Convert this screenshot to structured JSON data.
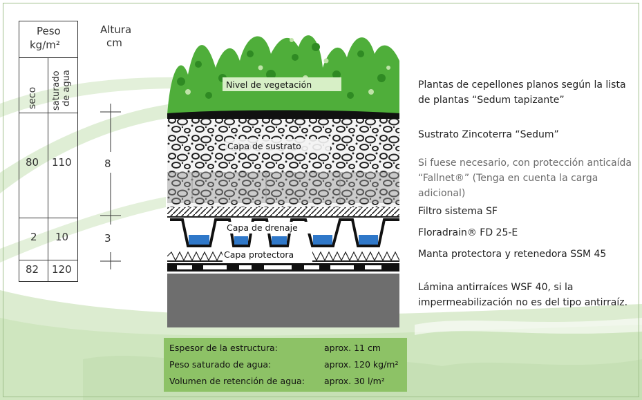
{
  "table": {
    "peso_header": "Peso",
    "peso_unit": "kg/m²",
    "altura_header": "Altura",
    "altura_unit": "cm",
    "col_seco": "seco",
    "col_saturado_1": "saturado",
    "col_saturado_2": "de agua",
    "rows": [
      {
        "seco": "80",
        "saturado": "110",
        "altura": "8"
      },
      {
        "seco": "2",
        "saturado": "10",
        "altura": "3"
      },
      {
        "seco": "82",
        "saturado": "120",
        "altura": ""
      }
    ]
  },
  "layers": {
    "vegetacion": "Nivel de vegetación",
    "sustrato": "Capa de sustrato",
    "drenaje": "Capa de drenaje",
    "protectora": "Capa protectora"
  },
  "descriptions": [
    "Plantas de cepellones planos según la lista de plantas “Sedum tapizante”",
    "Sustrato Zincoterra “Sedum”",
    "Si fuese necesario, con protección anticaída “Fallnet®” (Tenga en cuenta la carga adicional)",
    "Filtro sistema  SF",
    "Floradrain® FD 25-E",
    "Manta protectora y retenedora SSM 45",
    "Lámina antirraíces WSF 40, si la impermeabilización no es del tipo antirraíz."
  ],
  "summary": [
    {
      "label": "Espesor de la estructura:",
      "value": "aprox.   11 cm"
    },
    {
      "label": "Peso saturado de agua:",
      "value": "aprox. 120 kg/m²"
    },
    {
      "label": "Volumen de retención de agua:",
      "value": "aprox.   30 l/m²"
    }
  ],
  "colors": {
    "green_box": "#8dc266",
    "background_green": "#cfe6bf",
    "plant_green": "#4fae3a",
    "water_blue": "#2f78c9",
    "membrane_grey": "#6e6e6e"
  }
}
